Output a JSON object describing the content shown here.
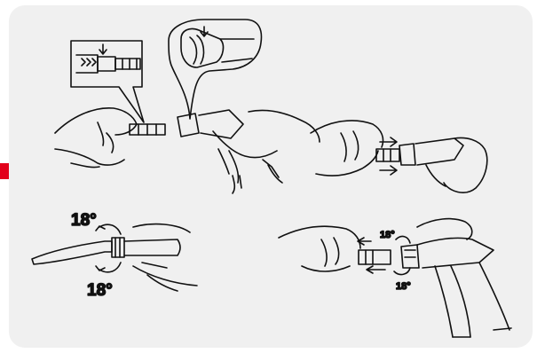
{
  "accent_color": "#e2001a",
  "panel_color": "#f0f0f0",
  "labels": {
    "angle_left_top": "18°",
    "angle_left_bottom": "18°",
    "angle_right_top": "18°",
    "angle_right_bottom": "18°"
  }
}
